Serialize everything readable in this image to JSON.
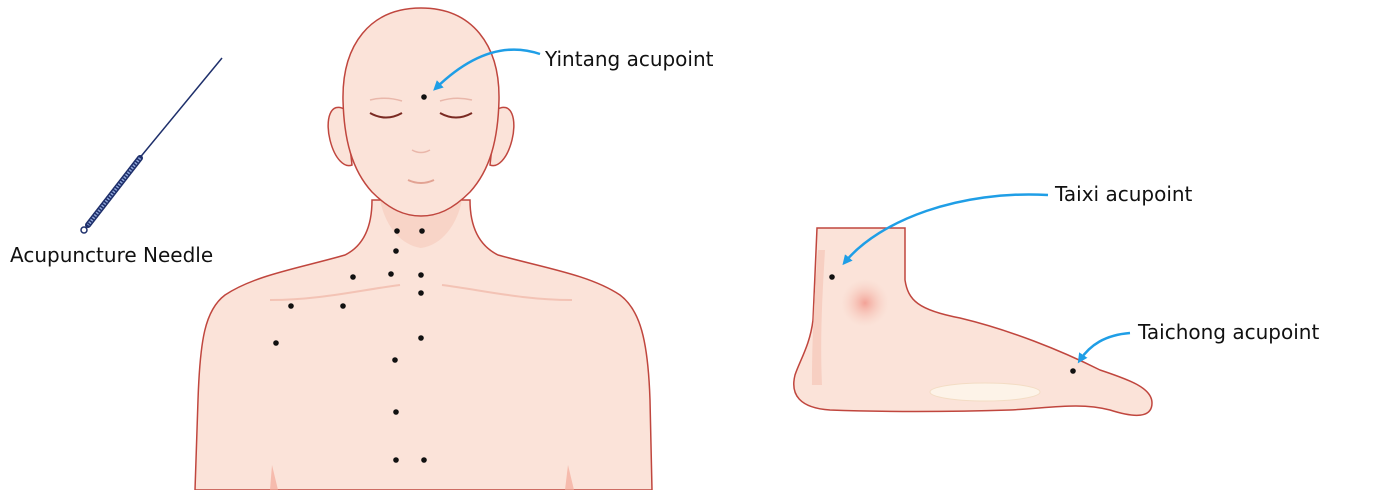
{
  "labels": {
    "yintang": "Yintang acupoint",
    "taixi": "Taixi acupoint",
    "taichong": "Taichong acupoint",
    "needle": "Acupuncture Needle"
  },
  "colors": {
    "skin": "#fbe3d9",
    "skin_shadow": "#f6c9bb",
    "outline": "#c0463e",
    "arrow": "#1f9ee6",
    "point": "#111111",
    "needle": "#1e2f6b"
  },
  "icons": {
    "needle": "acupuncture-needle-icon",
    "arrow": "pointer-arrow-icon"
  }
}
